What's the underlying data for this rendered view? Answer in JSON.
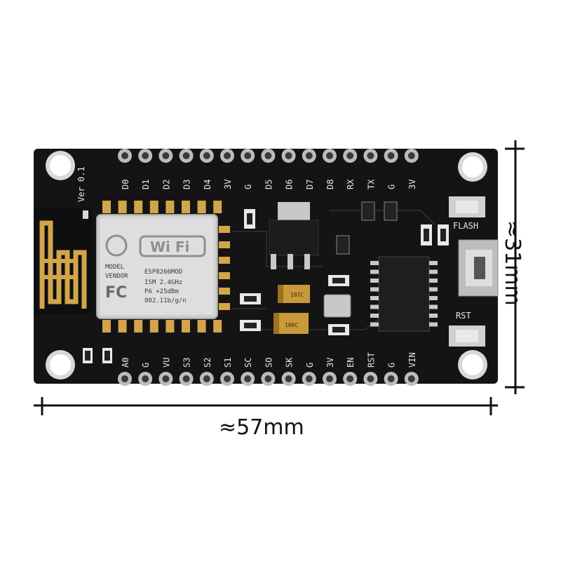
{
  "dimensions": {
    "width_label": "≈57mm",
    "height_label": "≈31mm"
  },
  "board": {
    "version_label": "Ver 0.1",
    "top_pins": [
      "D0",
      "D1",
      "D2",
      "D3",
      "D4",
      "3V",
      "G",
      "D5",
      "D6",
      "D7",
      "D8",
      "RX",
      "TX",
      "G",
      "3V"
    ],
    "bottom_pins": [
      "A0",
      "G",
      "VU",
      "S3",
      "S2",
      "S1",
      "SC",
      "SO",
      "SK",
      "G",
      "3V",
      "EN",
      "RST",
      "G",
      "VIN"
    ],
    "button_flash_label": "FLASH",
    "button_rst_label": "RST",
    "capacitor_1_label": "107C",
    "capacitor_2_label": "106C",
    "module": {
      "wifi_logo": "Wi Fi",
      "model_label": "MODEL",
      "vendor_label": "VENDOR",
      "chip_name": "ESP8266MOD",
      "band": "ISM 2.4GHz",
      "power": "PA +25dBm",
      "standard": "802.11b/g/n",
      "fcc_mark": "FC"
    }
  }
}
